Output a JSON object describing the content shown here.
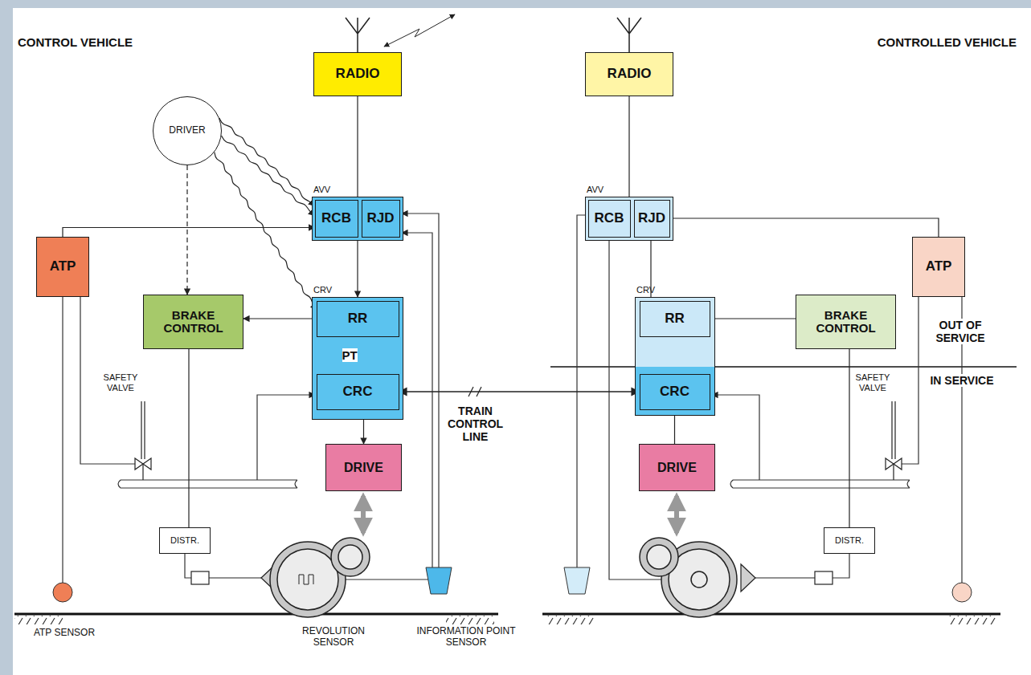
{
  "diagram": {
    "nodes": [
      {
        "text": [
          "DRIVER"
        ]
      },
      {
        "text": [
          "RADIO"
        ]
      },
      {
        "text": [
          "AVV"
        ]
      },
      {
        "text": [
          "RCB"
        ],
        "in": 2
      },
      {
        "text": [
          "RJD"
        ],
        "in": 2
      },
      {
        "text": [
          "ATP"
        ]
      },
      {
        "text": [
          "BRAKE CONTROL"
        ]
      },
      {
        "text": [
          "CRV"
        ]
      },
      {
        "text": [
          "RR"
        ],
        "in": 7
      },
      {
        "text": [
          "CRC"
        ],
        "in": 7
      },
      {
        "text": [
          "DRIVE"
        ]
      },
      {
        "text": [
          "DISTR."
        ]
      },
      {
        "text": [
          "RADIO"
        ]
      },
      {
        "text": [
          "AVV"
        ]
      },
      {
        "text": [
          "RCB"
        ],
        "in": 13
      },
      {
        "text": [
          "RJD"
        ],
        "in": 13
      },
      {
        "text": [
          "ATP"
        ]
      },
      {
        "text": [
          "CRV"
        ]
      },
      {
        "text": [
          "RR"
        ],
        "in": 17
      },
      {
        "text": [
          "BRAKE CONTROL"
        ]
      },
      {
        "text": [
          "CRC"
        ],
        "in": 17
      },
      {
        "text": [
          "DRIVE"
        ]
      },
      {
        "text": [
          "DISTR."
        ]
      }
    ],
    "edges": [
      {
        "from": 1,
        "to": 2,
        "arrow": "none"
      },
      {
        "from": 0,
        "to": 3,
        "arrow": "to"
      },
      {
        "from": 0,
        "to": 3,
        "arrow": "to"
      },
      {
        "from": 0,
        "to": 8,
        "arrow": "to"
      },
      {
        "from": 0,
        "to": 6,
        "arrow": "to"
      },
      {
        "from": 5,
        "to": 3,
        "arrow": "to"
      },
      {
        "from": 2,
        "to": 7,
        "arrow": "to"
      },
      {
        "from": 8,
        "to": 6,
        "arrow": "to"
      },
      {
        "from": 8,
        "to": 9,
        "label": "PT",
        "arrow": "to"
      },
      {
        "from": 9,
        "to": 10,
        "arrow": "both"
      },
      {
        "from": 6,
        "to": 11,
        "arrow": "none"
      },
      {
        "from": 9,
        "to": 20,
        "label": "TRAIN CONTROL LINE",
        "arrow": "both"
      },
      {
        "from": 12,
        "to": 13,
        "arrow": "none"
      },
      {
        "from": 13,
        "to": 17,
        "arrow": "none"
      },
      {
        "from": 15,
        "to": 16,
        "arrow": "none"
      },
      {
        "from": 18,
        "to": 19,
        "arrow": "none"
      },
      {
        "from": 20,
        "to": 21,
        "arrow": "none"
      },
      {
        "from": 19,
        "to": 22,
        "arrow": "none"
      }
    ],
    "labels": [
      "CONTROL VEHICLE",
      "CONTROLLED VEHICLE",
      "SAFETY VALVE",
      "SAFETY VALVE",
      "OUT OF SERVICE",
      "IN SERVICE",
      "ATP SENSOR",
      "REVOLUTION SENSOR",
      "INFORMATION POINT SENSOR"
    ]
  }
}
